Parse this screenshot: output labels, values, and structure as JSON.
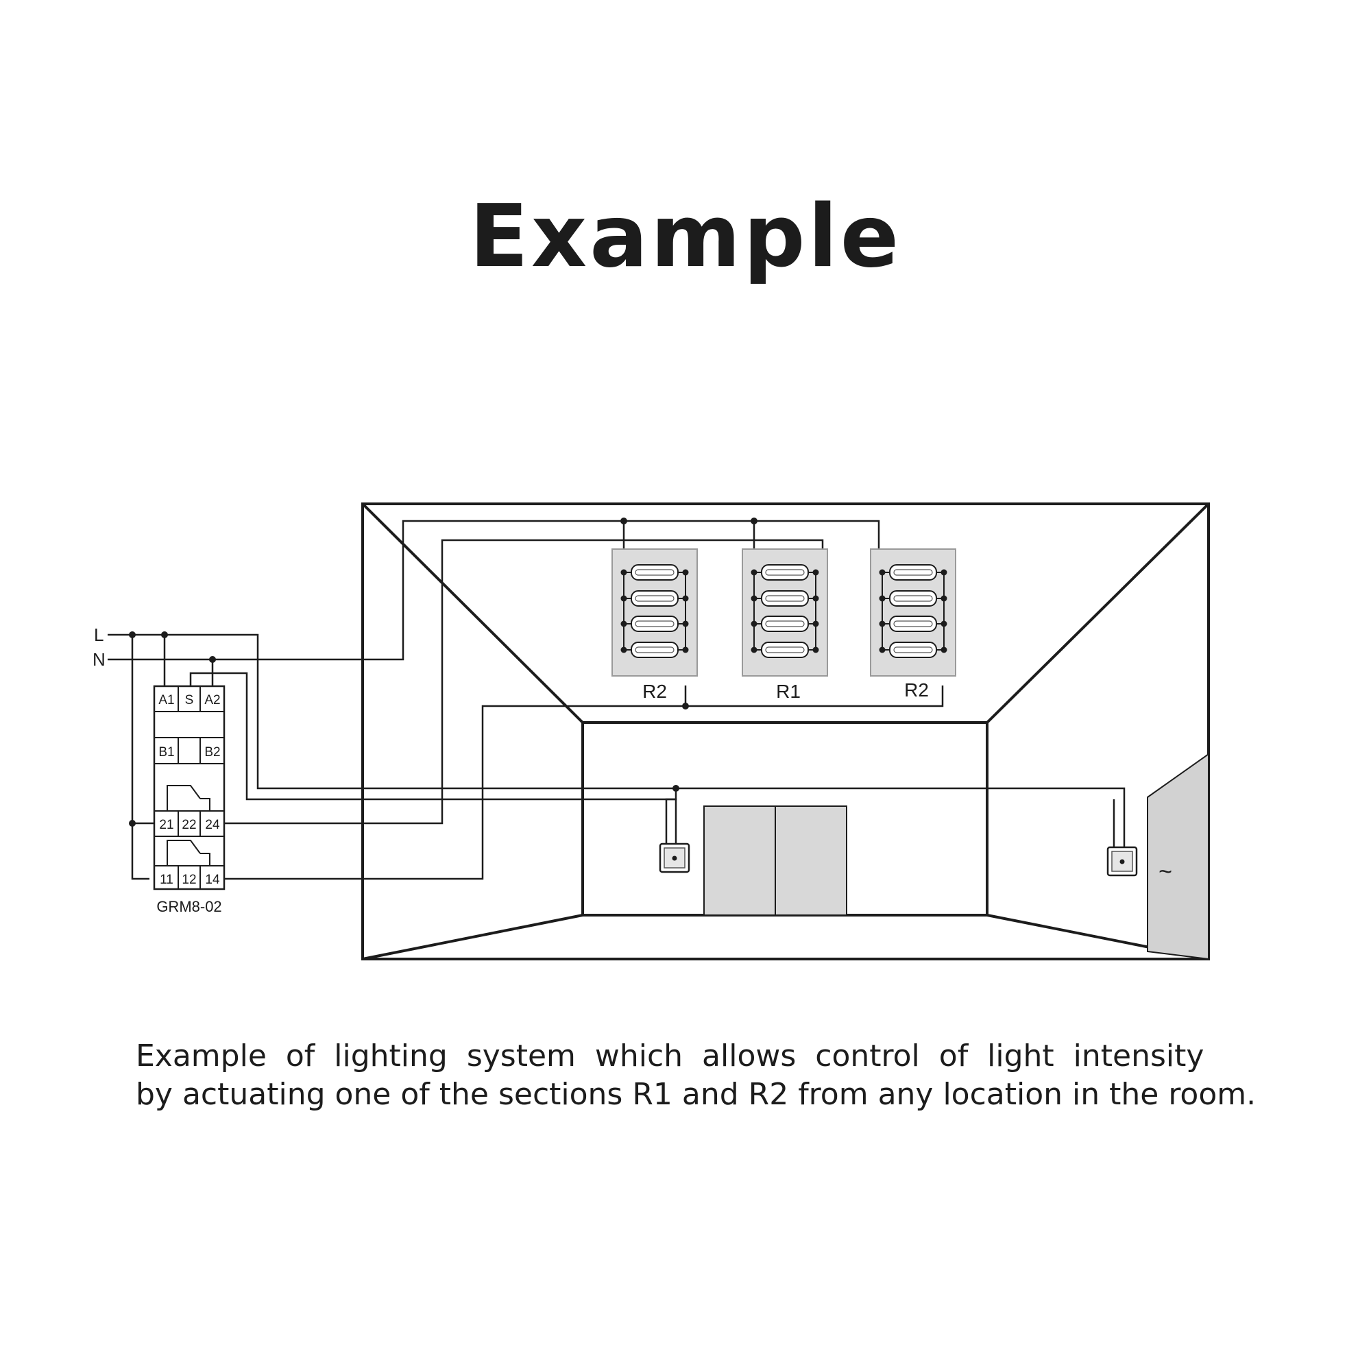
{
  "title": "Example",
  "supply": {
    "line_label": "L",
    "neutral_label": "N"
  },
  "relay": {
    "model": "GRM8-02",
    "terminals": {
      "a1": "A1",
      "s": "S",
      "a2": "A2",
      "b1": "B1",
      "b2": "B2",
      "t21": "21",
      "t22": "22",
      "t24": "24",
      "t11": "11",
      "t12": "12",
      "t14": "14"
    }
  },
  "sections": [
    {
      "label": "R2"
    },
    {
      "label": "R1"
    },
    {
      "label": "R2"
    }
  ],
  "outlet_symbol": "~",
  "caption": {
    "line1": "Example of lighting system which allows control of light intensity",
    "line2": "by actuating one of the sections R1 and R2 from any location in the room."
  }
}
